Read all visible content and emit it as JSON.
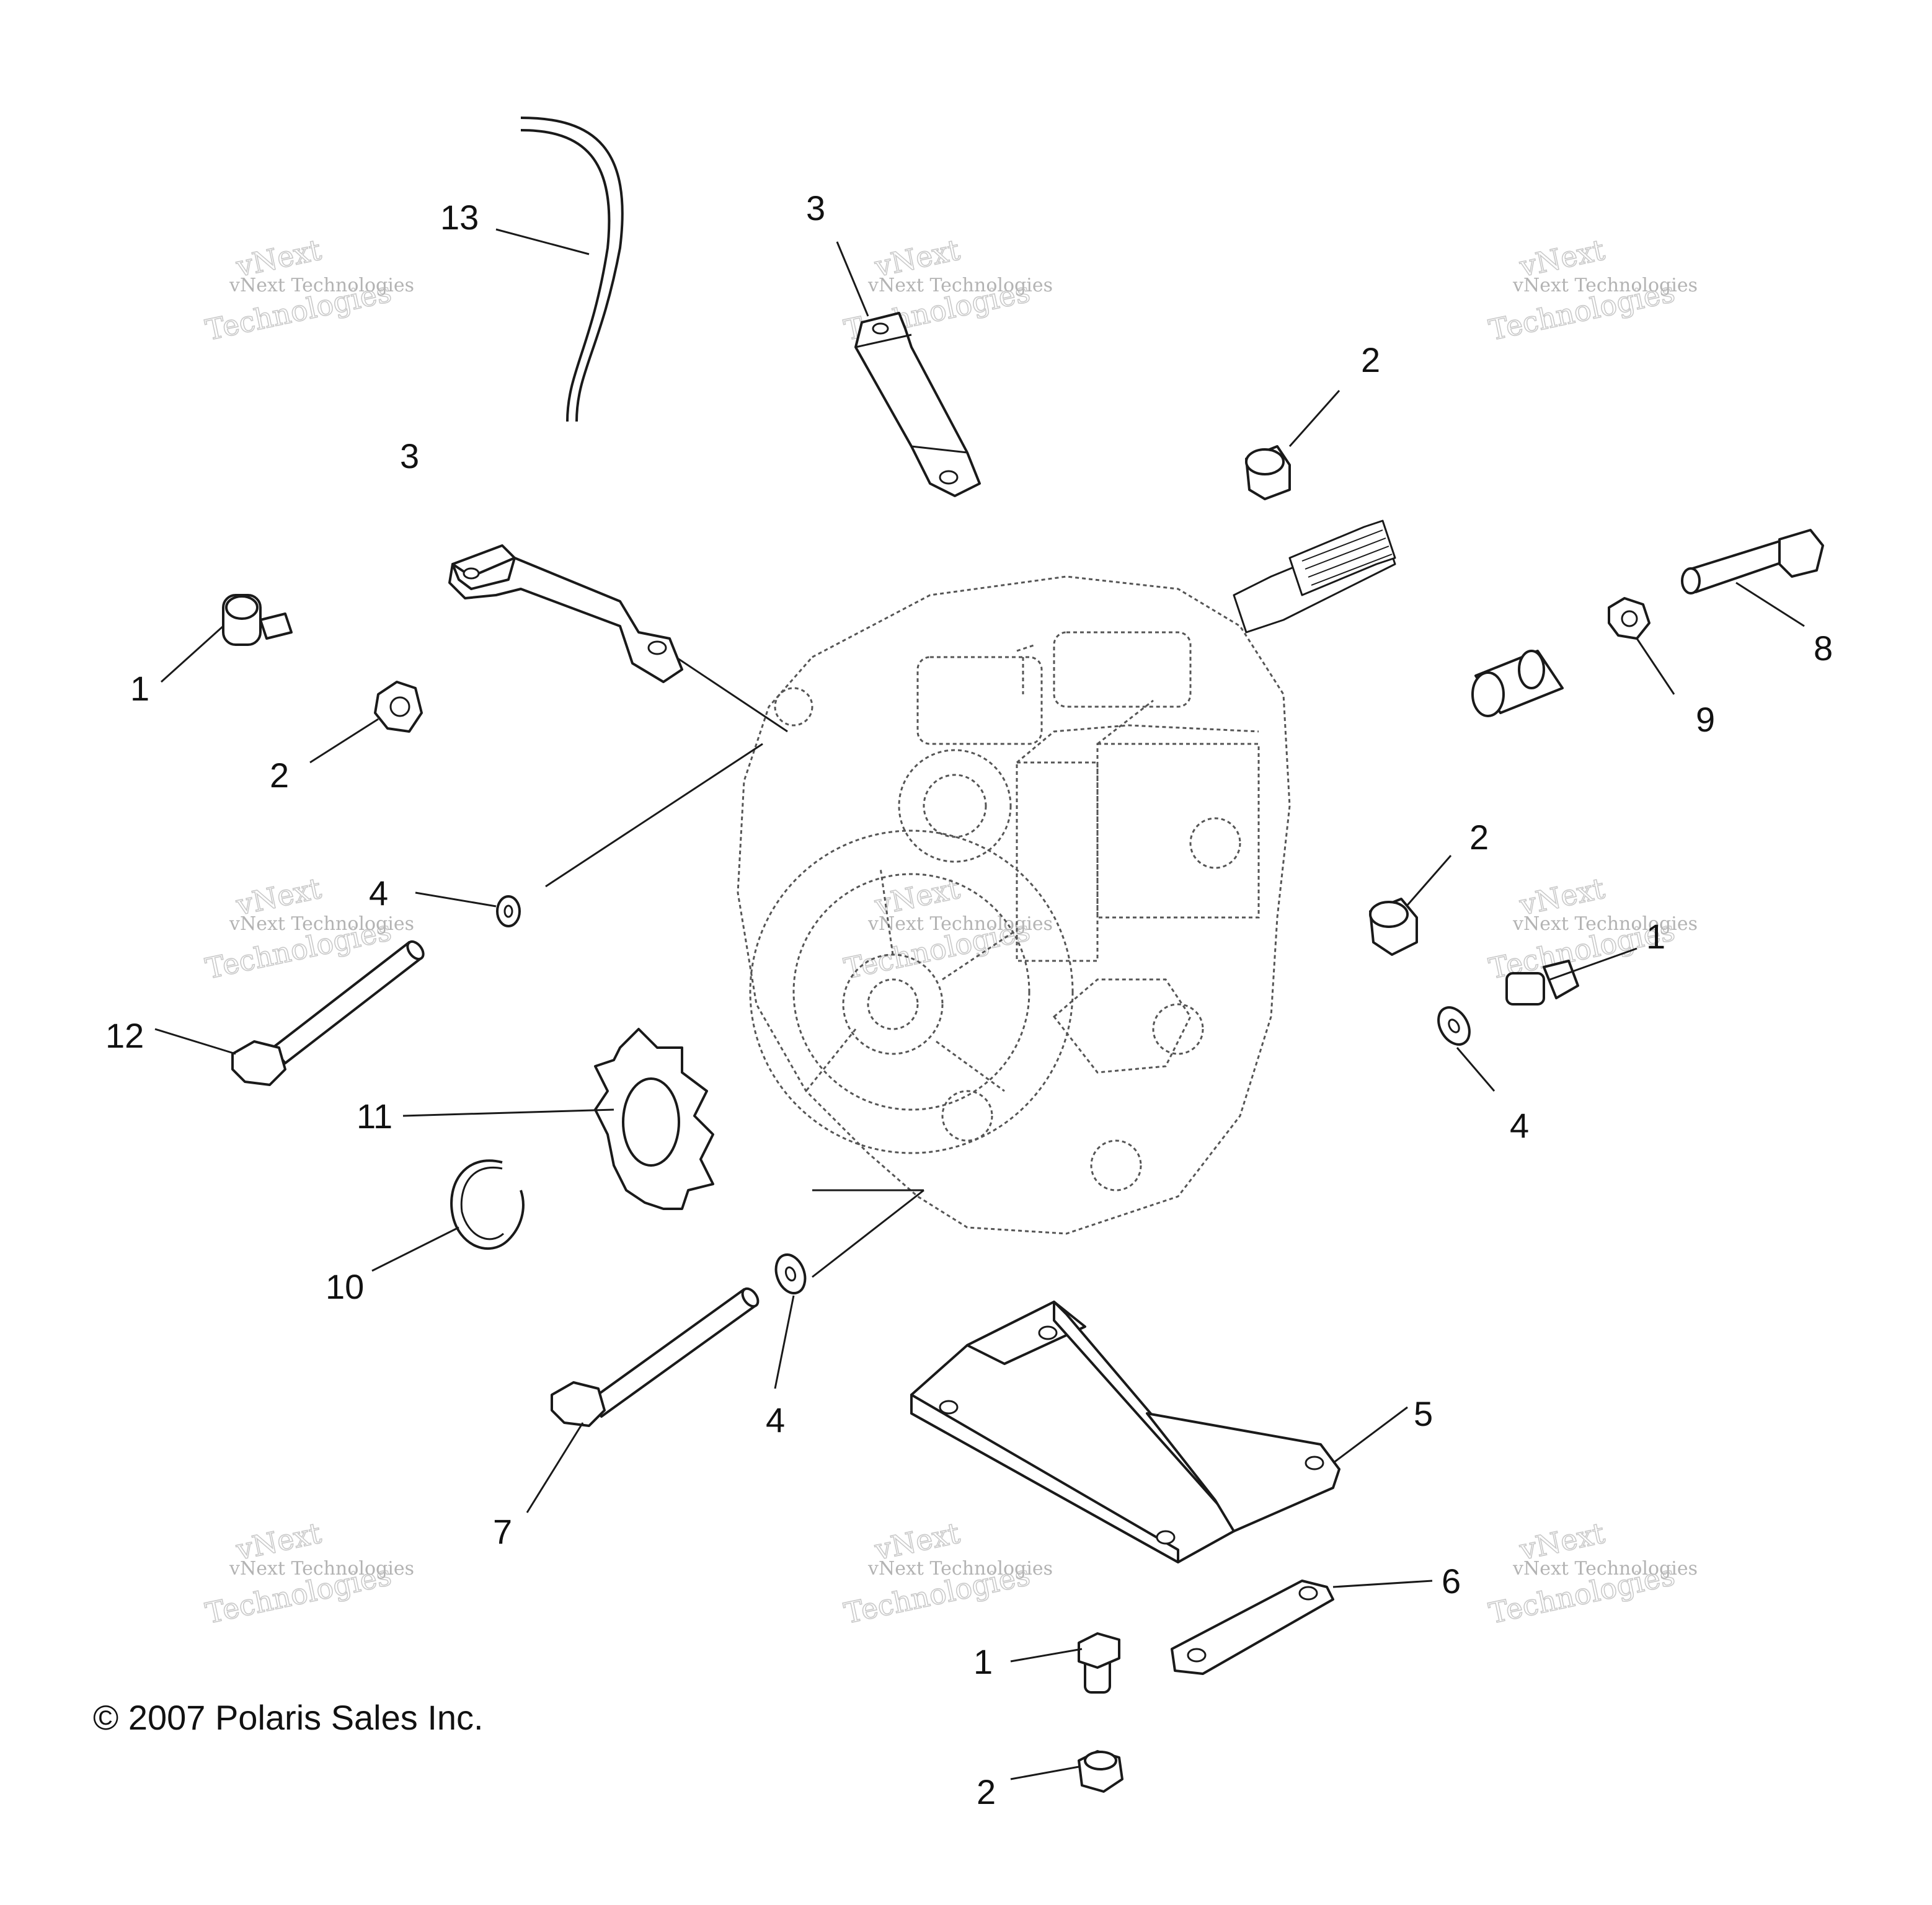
{
  "diagram": {
    "callouts": [
      "13",
      "3",
      "3",
      "2",
      "1",
      "2",
      "8",
      "9",
      "4",
      "2",
      "1",
      "12",
      "4",
      "11",
      "10",
      "4",
      "5",
      "7",
      "6",
      "1",
      "2"
    ],
    "copyright": "© 2007 Polaris Sales Inc.",
    "watermark": {
      "line1": "vNext Technologies",
      "line2": "vNext",
      "line3": "Technologies"
    }
  }
}
